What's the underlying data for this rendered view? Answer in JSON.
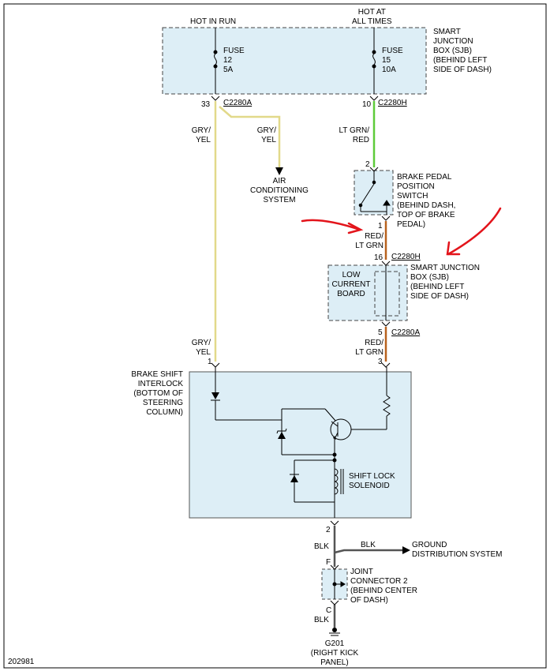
{
  "labels": {
    "hot_in_run": "HOT IN RUN",
    "hot_at_all_times": "HOT AT\nALL TIMES",
    "sjb_top": "SMART\nJUNCTION\nBOX (SJB)\n(BEHIND LEFT\nSIDE OF DASH)",
    "fuse12": "FUSE\n12\n5A",
    "fuse15": "FUSE\n15\n10A",
    "pin33": "33",
    "c2280a_top": "C2280A",
    "pin10": "10",
    "c2280h_top": "C2280H",
    "gry_yel_1": "GRY/\nYEL",
    "gry_yel_2": "GRY/\nYEL",
    "lt_grn_red": "LT GRN/\nRED",
    "ac_system": "AIR\nCONDITIONING\nSYSTEM",
    "pin2_bpp": "2",
    "bpp_switch": "BRAKE PEDAL\nPOSITION\nSWITCH\n(BEHIND DASH,\nTOP OF BRAKE\nPEDAL)",
    "pin1_bpp": "1",
    "red_lt_grn_1": "RED/\nLT GRN",
    "pin16": "16",
    "c2280h_mid": "C2280H",
    "low_current_board": "LOW\nCURRENT\nBOARD",
    "sjb_mid": "SMART JUNCTION\nBOX (SJB)\n(BEHIND LEFT\nSIDE OF DASH)",
    "pin5": "5",
    "c2280a_mid": "C2280A",
    "red_lt_grn_2": "RED/\nLT GRN",
    "gry_yel_3": "GRY/\nYEL",
    "pin1_bsi": "1",
    "pin3_bsi": "3",
    "brake_shift_interlock": "BRAKE SHIFT\nINTERLOCK\n(BOTTOM OF\nSTEERING\nCOLUMN)",
    "shift_lock_solenoid": "SHIFT LOCK\nSOLENOID",
    "pin2_bsi": "2",
    "blk_1": "BLK",
    "blk_2": "BLK",
    "ground_distribution": "GROUND\nDISTRIBUTION SYSTEM",
    "pin_f": "F",
    "joint_connector": "JOINT\nCONNECTOR 2\n(BEHIND CENTER\nOF DASH)",
    "pin_c": "C",
    "blk_3": "BLK",
    "g201": "G201\n(RIGHT KICK\nPANEL)",
    "figure_id": "202981"
  },
  "colors": {
    "wire_gry_yel": "#e2d98a",
    "wire_lt_grn_red": "#5ecb3a",
    "wire_red_lt_grn": "#b8621e",
    "wire_blk": "#555555",
    "box_fill": "#ddeef6",
    "annotation_red": "#e3141b"
  }
}
